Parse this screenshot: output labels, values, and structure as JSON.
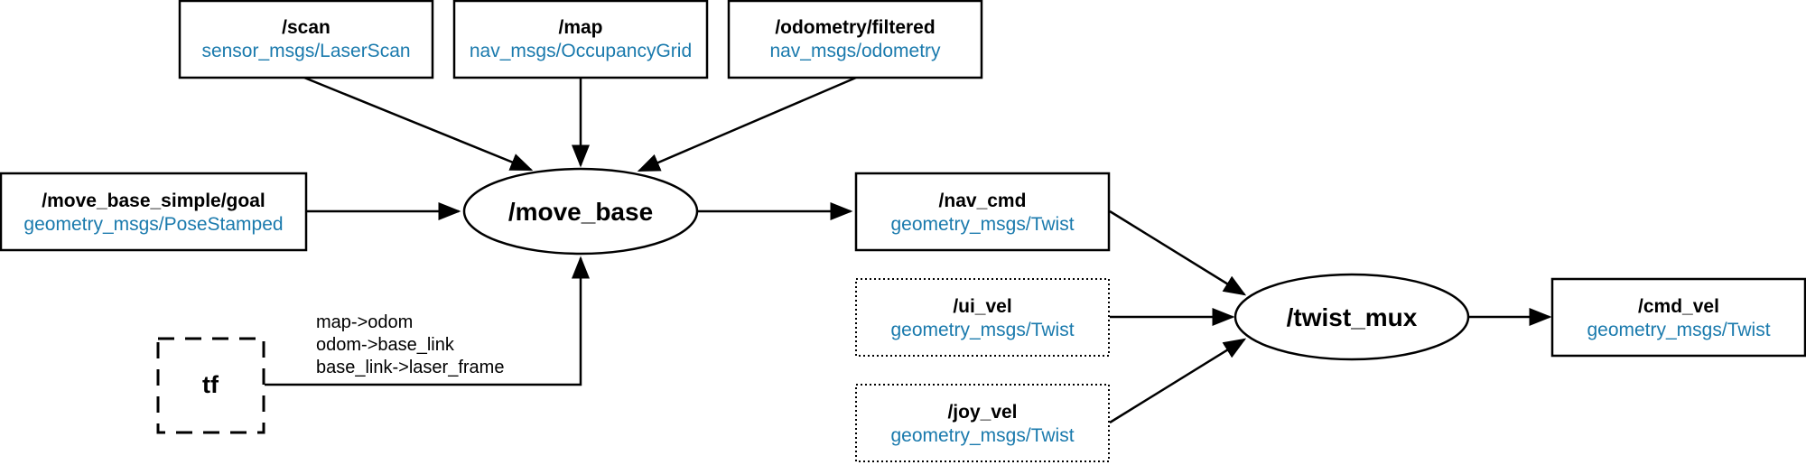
{
  "colors": {
    "type_text": "#1a7aad",
    "stroke": "#000000"
  },
  "topics": {
    "scan": {
      "name": "/scan",
      "type": "sensor_msgs/LaserScan"
    },
    "map": {
      "name": "/map",
      "type": "nav_msgs/OccupancyGrid"
    },
    "odometry": {
      "name": "/odometry/filtered",
      "type": "nav_msgs/odometry"
    },
    "goal": {
      "name": "/move_base_simple/goal",
      "type": "geometry_msgs/PoseStamped"
    },
    "nav_cmd": {
      "name": "/nav_cmd",
      "type": "geometry_msgs/Twist"
    },
    "ui_vel": {
      "name": "/ui_vel",
      "type": "geometry_msgs/Twist"
    },
    "joy_vel": {
      "name": "/joy_vel",
      "type": "geometry_msgs/Twist"
    },
    "cmd_vel": {
      "name": "/cmd_vel",
      "type": "geometry_msgs/Twist"
    }
  },
  "nodes": {
    "move_base": "/move_base",
    "twist_mux": "/twist_mux"
  },
  "tf": {
    "label": "tf",
    "transforms": [
      "map->odom",
      "odom->base_link",
      "base_link->laser_frame"
    ]
  }
}
